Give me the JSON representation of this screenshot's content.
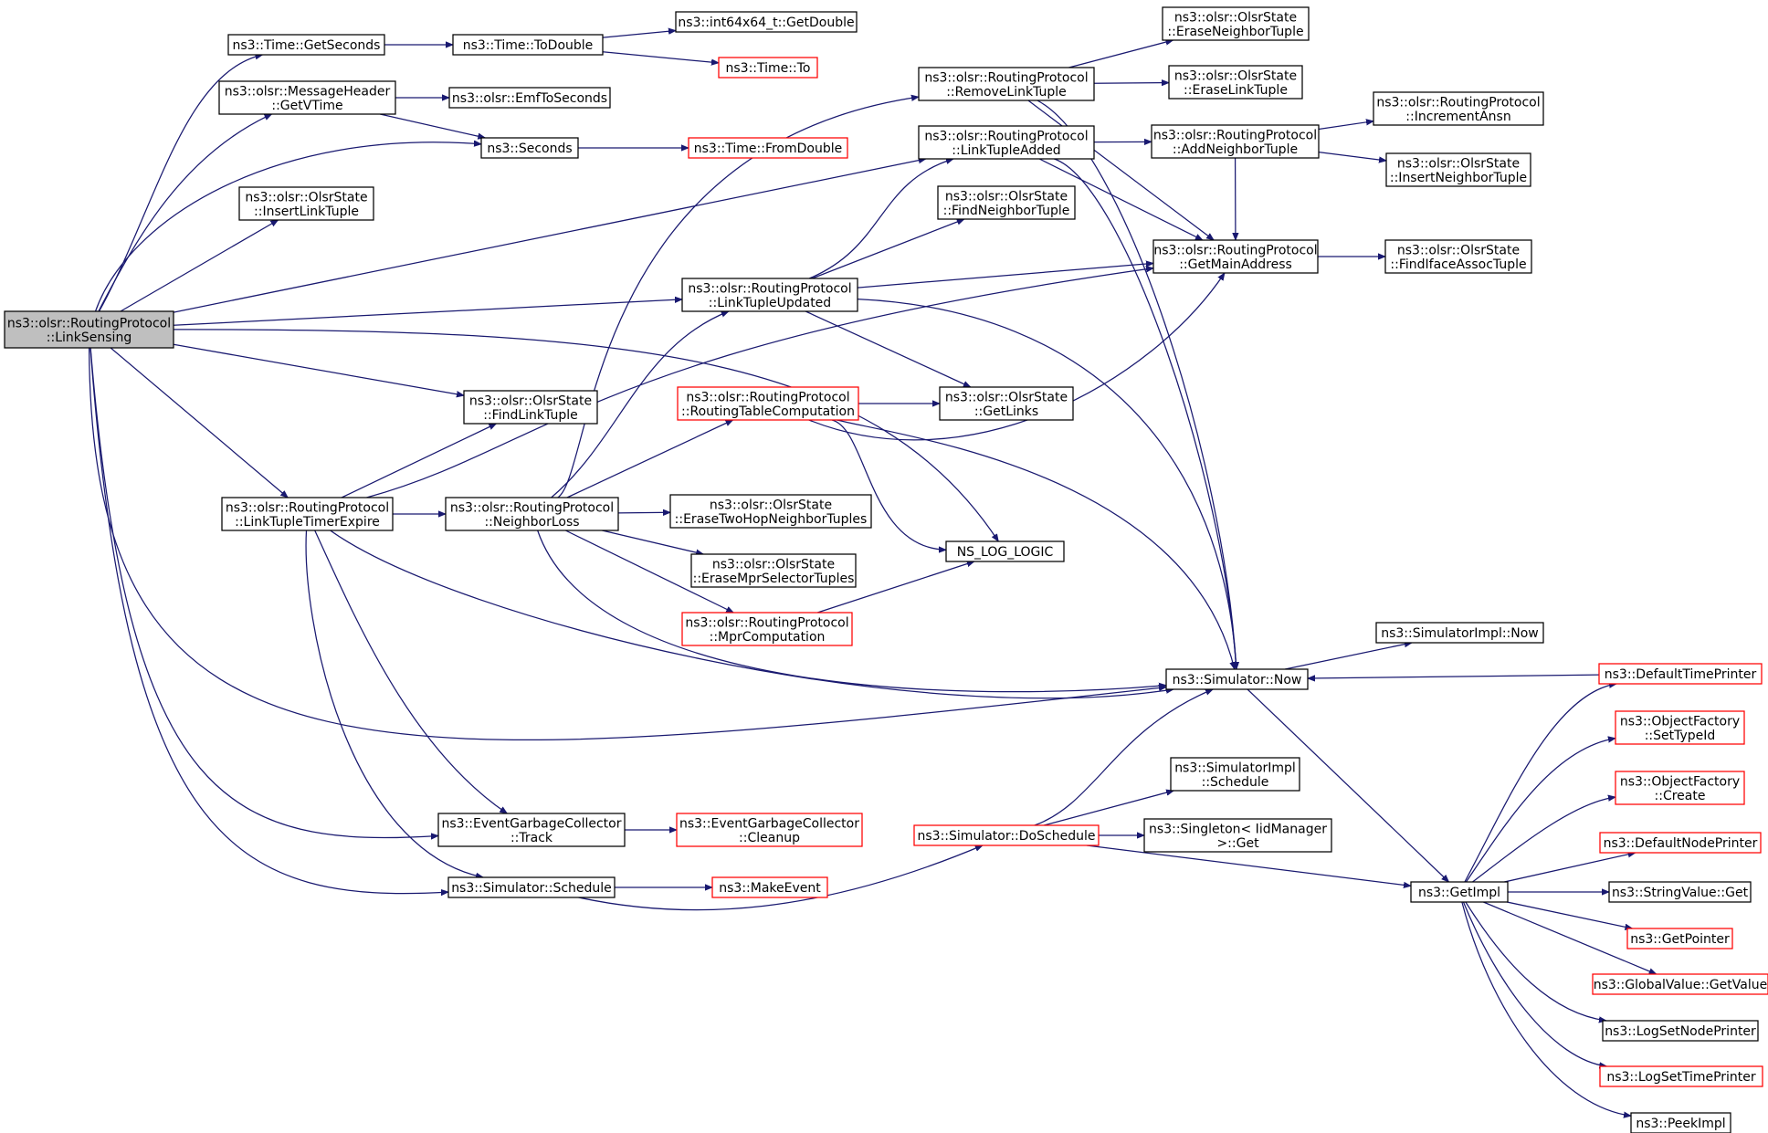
{
  "colors": {
    "edge": "#191970",
    "node_border_default": "#000000",
    "node_border_truncated": "#ff0000",
    "node_fill_default": "#ffffff",
    "node_fill_focus": "#bfbfbf",
    "node_text": "#000000"
  },
  "nodes": [
    {
      "id": "n01",
      "lines": [
        "ns3::olsr::RoutingProtocol",
        "::LinkSensing"
      ],
      "style": "focus"
    },
    {
      "id": "n02",
      "lines": [
        "ns3::Time::GetSeconds"
      ],
      "style": "default"
    },
    {
      "id": "n03",
      "lines": [
        "ns3::Time::ToDouble"
      ],
      "style": "default"
    },
    {
      "id": "n04",
      "lines": [
        "ns3::int64x64_t::GetDouble"
      ],
      "style": "default"
    },
    {
      "id": "n05",
      "lines": [
        "ns3::Time::To"
      ],
      "style": "truncated"
    },
    {
      "id": "n06",
      "lines": [
        "ns3::olsr::MessageHeader",
        "::GetVTime"
      ],
      "style": "default"
    },
    {
      "id": "n07",
      "lines": [
        "ns3::olsr::EmfToSeconds"
      ],
      "style": "default"
    },
    {
      "id": "n08",
      "lines": [
        "ns3::Seconds"
      ],
      "style": "default"
    },
    {
      "id": "n09",
      "lines": [
        "ns3::Time::FromDouble"
      ],
      "style": "truncated"
    },
    {
      "id": "n10",
      "lines": [
        "ns3::olsr::OlsrState",
        "::InsertLinkTuple"
      ],
      "style": "default"
    },
    {
      "id": "n11",
      "lines": [
        "ns3::olsr::RoutingProtocol",
        "::RemoveLinkTuple"
      ],
      "style": "default"
    },
    {
      "id": "n12",
      "lines": [
        "ns3::olsr::OlsrState",
        "::EraseNeighborTuple"
      ],
      "style": "default"
    },
    {
      "id": "n13",
      "lines": [
        "ns3::olsr::OlsrState",
        "::EraseLinkTuple"
      ],
      "style": "default"
    },
    {
      "id": "n14",
      "lines": [
        "ns3::olsr::RoutingProtocol",
        "::LinkTupleAdded"
      ],
      "style": "default"
    },
    {
      "id": "n15",
      "lines": [
        "ns3::olsr::RoutingProtocol",
        "::AddNeighborTuple"
      ],
      "style": "default"
    },
    {
      "id": "n16",
      "lines": [
        "ns3::olsr::RoutingProtocol",
        "::IncrementAnsn"
      ],
      "style": "default"
    },
    {
      "id": "n17",
      "lines": [
        "ns3::olsr::OlsrState",
        "::InsertNeighborTuple"
      ],
      "style": "default"
    },
    {
      "id": "n18",
      "lines": [
        "ns3::olsr::OlsrState",
        "::FindNeighborTuple"
      ],
      "style": "default"
    },
    {
      "id": "n19",
      "lines": [
        "ns3::olsr::RoutingProtocol",
        "::GetMainAddress"
      ],
      "style": "default"
    },
    {
      "id": "n20",
      "lines": [
        "ns3::olsr::OlsrState",
        "::FindIfaceAssocTuple"
      ],
      "style": "default"
    },
    {
      "id": "n21",
      "lines": [
        "ns3::olsr::RoutingProtocol",
        "::LinkTupleUpdated"
      ],
      "style": "default"
    },
    {
      "id": "n22",
      "lines": [
        "ns3::olsr::OlsrState",
        "::FindLinkTuple"
      ],
      "style": "default"
    },
    {
      "id": "n23",
      "lines": [
        "ns3::olsr::RoutingProtocol",
        "::RoutingTableComputation"
      ],
      "style": "truncated"
    },
    {
      "id": "n24",
      "lines": [
        "ns3::olsr::OlsrState",
        "::GetLinks"
      ],
      "style": "default"
    },
    {
      "id": "n25",
      "lines": [
        "ns3::olsr::RoutingProtocol",
        "::LinkTupleTimerExpire"
      ],
      "style": "default"
    },
    {
      "id": "n26",
      "lines": [
        "ns3::olsr::RoutingProtocol",
        "::NeighborLoss"
      ],
      "style": "default"
    },
    {
      "id": "n27",
      "lines": [
        "ns3::olsr::OlsrState",
        "::EraseTwoHopNeighborTuples"
      ],
      "style": "default"
    },
    {
      "id": "n28",
      "lines": [
        "NS_LOG_LOGIC"
      ],
      "style": "default"
    },
    {
      "id": "n29",
      "lines": [
        "ns3::olsr::OlsrState",
        "::EraseMprSelectorTuples"
      ],
      "style": "default"
    },
    {
      "id": "n30",
      "lines": [
        "ns3::olsr::RoutingProtocol",
        "::MprComputation"
      ],
      "style": "truncated"
    },
    {
      "id": "n31",
      "lines": [
        "ns3::SimulatorImpl::Now"
      ],
      "style": "default"
    },
    {
      "id": "n32",
      "lines": [
        "ns3::Simulator::Now"
      ],
      "style": "default"
    },
    {
      "id": "n33",
      "lines": [
        "ns3::DefaultTimePrinter"
      ],
      "style": "truncated"
    },
    {
      "id": "n34",
      "lines": [
        "ns3::ObjectFactory",
        "::SetTypeId"
      ],
      "style": "truncated"
    },
    {
      "id": "n35",
      "lines": [
        "ns3::SimulatorImpl",
        "::Schedule"
      ],
      "style": "default"
    },
    {
      "id": "n36",
      "lines": [
        "ns3::ObjectFactory",
        "::Create"
      ],
      "style": "truncated"
    },
    {
      "id": "n37",
      "lines": [
        "ns3::EventGarbageCollector",
        "::Track"
      ],
      "style": "default"
    },
    {
      "id": "n38",
      "lines": [
        "ns3::EventGarbageCollector",
        "::Cleanup"
      ],
      "style": "truncated"
    },
    {
      "id": "n39",
      "lines": [
        "ns3::Simulator::DoSchedule"
      ],
      "style": "truncated"
    },
    {
      "id": "n40",
      "lines": [
        "ns3::Singleton< IidManager",
        ">::Get"
      ],
      "style": "default"
    },
    {
      "id": "n41",
      "lines": [
        "ns3::DefaultNodePrinter"
      ],
      "style": "truncated"
    },
    {
      "id": "n42",
      "lines": [
        "ns3::Simulator::Schedule"
      ],
      "style": "default"
    },
    {
      "id": "n43",
      "lines": [
        "ns3::MakeEvent"
      ],
      "style": "truncated"
    },
    {
      "id": "n44",
      "lines": [
        "ns3::GetImpl"
      ],
      "style": "default"
    },
    {
      "id": "n45",
      "lines": [
        "ns3::StringValue::Get"
      ],
      "style": "default"
    },
    {
      "id": "n46",
      "lines": [
        "ns3::GetPointer"
      ],
      "style": "truncated"
    },
    {
      "id": "n47",
      "lines": [
        "ns3::GlobalValue::GetValue"
      ],
      "style": "truncated"
    },
    {
      "id": "n48",
      "lines": [
        "ns3::LogSetNodePrinter"
      ],
      "style": "default"
    },
    {
      "id": "n49",
      "lines": [
        "ns3::LogSetTimePrinter"
      ],
      "style": "truncated"
    },
    {
      "id": "n50",
      "lines": [
        "ns3::PeekImpl"
      ],
      "style": "default"
    }
  ],
  "edges": [
    [
      "n01",
      "n02"
    ],
    [
      "n01",
      "n06"
    ],
    [
      "n01",
      "n08"
    ],
    [
      "n01",
      "n10"
    ],
    [
      "n01",
      "n14"
    ],
    [
      "n01",
      "n21"
    ],
    [
      "n01",
      "n28"
    ],
    [
      "n01",
      "n22"
    ],
    [
      "n01",
      "n25"
    ],
    [
      "n01",
      "n32"
    ],
    [
      "n01",
      "n37"
    ],
    [
      "n01",
      "n42"
    ],
    [
      "n02",
      "n03"
    ],
    [
      "n03",
      "n04"
    ],
    [
      "n03",
      "n05"
    ],
    [
      "n06",
      "n07"
    ],
    [
      "n06",
      "n08"
    ],
    [
      "n08",
      "n09"
    ],
    [
      "n11",
      "n12"
    ],
    [
      "n11",
      "n13"
    ],
    [
      "n11",
      "n19"
    ],
    [
      "n11",
      "n32"
    ],
    [
      "n14",
      "n15"
    ],
    [
      "n14",
      "n19"
    ],
    [
      "n14",
      "n32"
    ],
    [
      "n15",
      "n16"
    ],
    [
      "n15",
      "n17"
    ],
    [
      "n15",
      "n19"
    ],
    [
      "n19",
      "n20"
    ],
    [
      "n21",
      "n14"
    ],
    [
      "n21",
      "n18"
    ],
    [
      "n21",
      "n19"
    ],
    [
      "n21",
      "n24"
    ],
    [
      "n21",
      "n32"
    ],
    [
      "n23",
      "n24"
    ],
    [
      "n23",
      "n19"
    ],
    [
      "n23",
      "n28"
    ],
    [
      "n23",
      "n32"
    ],
    [
      "n25",
      "n22"
    ],
    [
      "n25",
      "n19"
    ],
    [
      "n25",
      "n26"
    ],
    [
      "n25",
      "n32"
    ],
    [
      "n25",
      "n37"
    ],
    [
      "n25",
      "n42"
    ],
    [
      "n26",
      "n11"
    ],
    [
      "n26",
      "n21"
    ],
    [
      "n26",
      "n23"
    ],
    [
      "n26",
      "n27"
    ],
    [
      "n26",
      "n29"
    ],
    [
      "n26",
      "n30"
    ],
    [
      "n26",
      "n32"
    ],
    [
      "n30",
      "n28"
    ],
    [
      "n32",
      "n31"
    ],
    [
      "n32",
      "n44"
    ],
    [
      "n33",
      "n32"
    ],
    [
      "n37",
      "n38"
    ],
    [
      "n42",
      "n43"
    ],
    [
      "n42",
      "n39"
    ],
    [
      "n39",
      "n32"
    ],
    [
      "n39",
      "n35"
    ],
    [
      "n39",
      "n40"
    ],
    [
      "n39",
      "n44"
    ],
    [
      "n44",
      "n33"
    ],
    [
      "n44",
      "n34"
    ],
    [
      "n44",
      "n36"
    ],
    [
      "n44",
      "n41"
    ],
    [
      "n44",
      "n45"
    ],
    [
      "n44",
      "n46"
    ],
    [
      "n44",
      "n47"
    ],
    [
      "n44",
      "n48"
    ],
    [
      "n44",
      "n49"
    ],
    [
      "n44",
      "n50"
    ]
  ]
}
